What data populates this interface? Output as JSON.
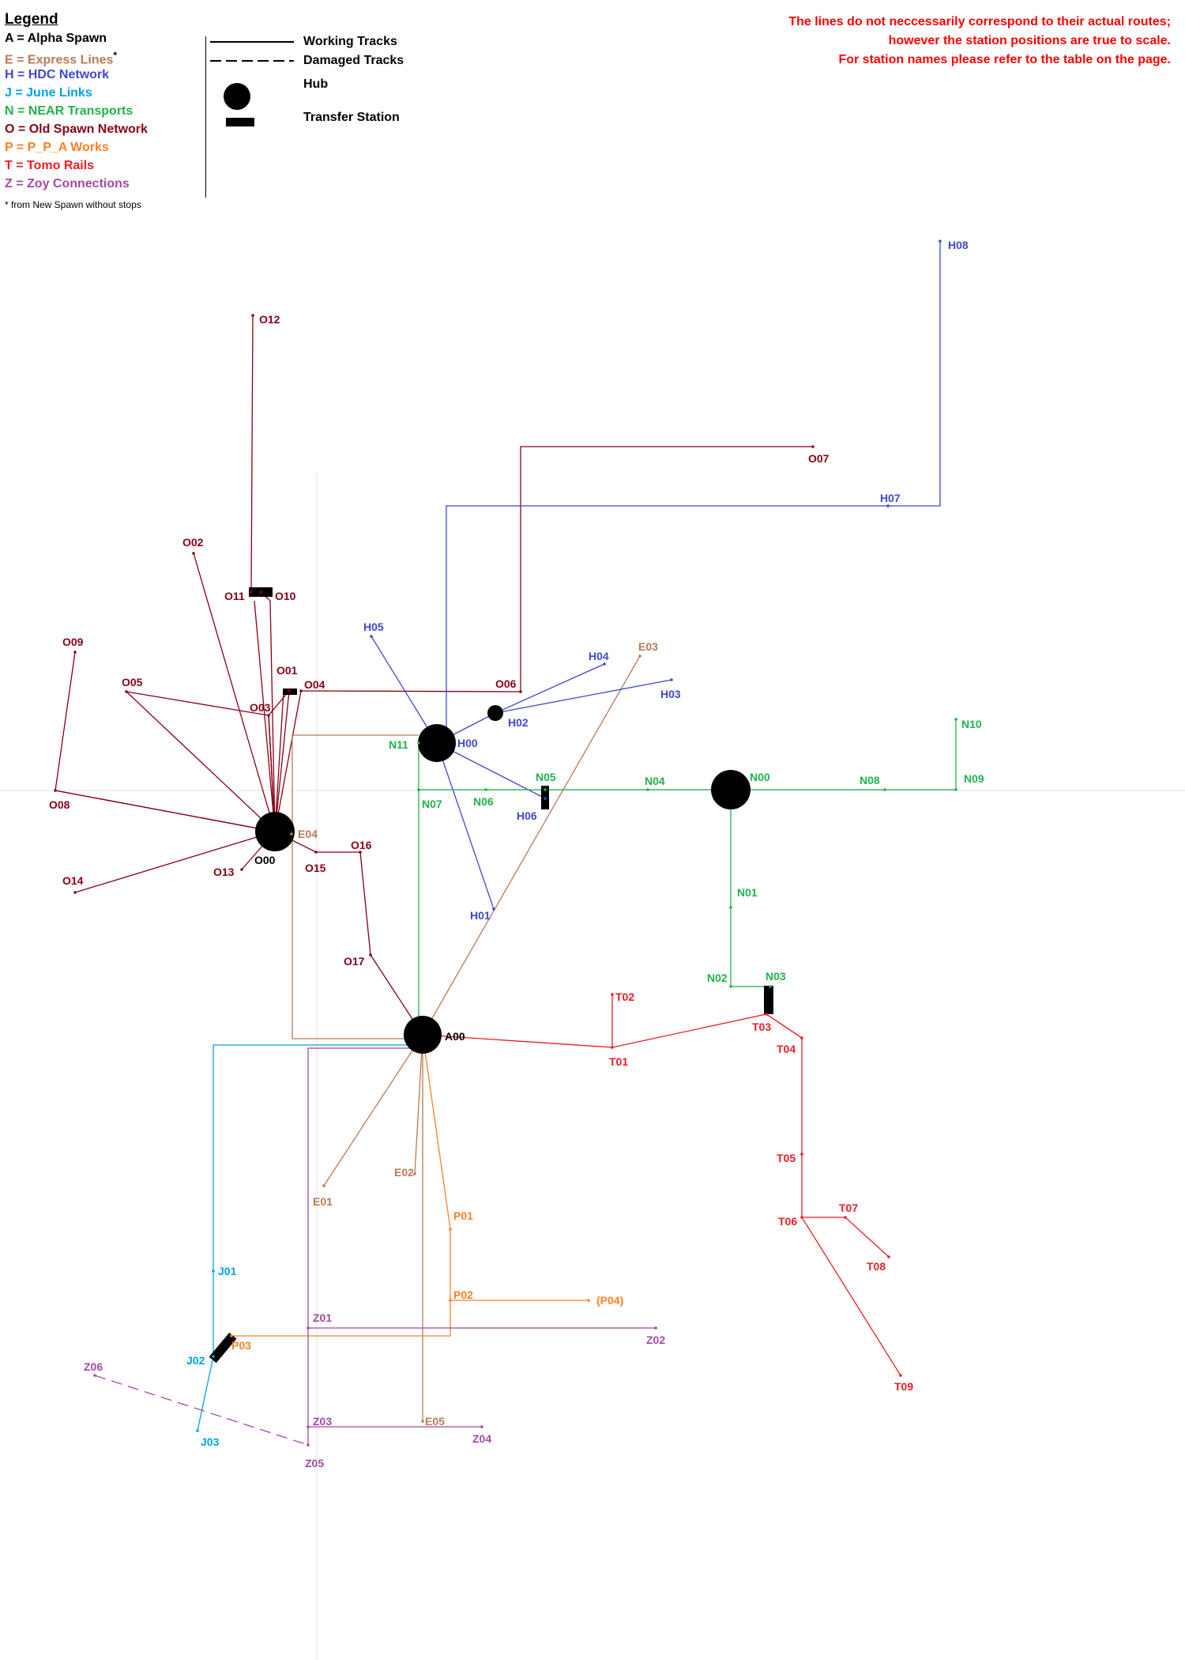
{
  "legend": {
    "title": "Legend",
    "networks": [
      {
        "id": "A",
        "text": "A = Alpha Spawn",
        "color": "#000000"
      },
      {
        "id": "E",
        "text": "E = Express Lines",
        "color": "#b97a57",
        "mark": "*"
      },
      {
        "id": "H",
        "text": "H = HDC Network",
        "color": "#3f48cc"
      },
      {
        "id": "J",
        "text": "J = June Links",
        "color": "#00a2e8"
      },
      {
        "id": "N",
        "text": "N = NEAR Transports",
        "color": "#22b14c"
      },
      {
        "id": "O",
        "text": "O = Old Spawn Network",
        "color": "#880015"
      },
      {
        "id": "P",
        "text": "P = P_P_A Works",
        "color": "#ff7f27"
      },
      {
        "id": "T",
        "text": "T = Tomo Rails",
        "color": "#ed1c24"
      },
      {
        "id": "Z",
        "text": "Z = Zoy Connections",
        "color": "#a349a4"
      }
    ],
    "footnote": "* from New Spawn without stops",
    "symbols": {
      "working": "Working Tracks",
      "damaged": "Damaged Tracks",
      "hub": "Hub",
      "transfer": "Transfer Station"
    }
  },
  "notice": [
    "The lines do not neccessarily correspond to their actual routes;",
    "however the station positions are true to scale.",
    "For station names please refer to the table on the page."
  ],
  "stations": [
    {
      "id": "A00",
      "label": "A00",
      "net": "A",
      "hub": true
    },
    {
      "id": "O00",
      "label": "O00",
      "net": "A",
      "hub": true
    },
    {
      "id": "H00",
      "label": "H00",
      "net": "H",
      "hub": true
    },
    {
      "id": "N00",
      "label": "N00",
      "net": "N",
      "hub": true
    },
    {
      "id": "H02",
      "label": "H02",
      "net": "H",
      "hub": true
    },
    {
      "id": "O01",
      "label": "O01",
      "net": "O"
    },
    {
      "id": "O02",
      "label": "O02",
      "net": "O"
    },
    {
      "id": "O03",
      "label": "O03",
      "net": "O"
    },
    {
      "id": "O04",
      "label": "O04",
      "net": "O"
    },
    {
      "id": "O05",
      "label": "O05",
      "net": "O"
    },
    {
      "id": "O06",
      "label": "O06",
      "net": "O"
    },
    {
      "id": "O07",
      "label": "O07",
      "net": "O"
    },
    {
      "id": "O08",
      "label": "O08",
      "net": "O"
    },
    {
      "id": "O09",
      "label": "O09",
      "net": "O"
    },
    {
      "id": "O10",
      "label": "O10",
      "net": "O"
    },
    {
      "id": "O11",
      "label": "O11",
      "net": "O"
    },
    {
      "id": "O12",
      "label": "O12",
      "net": "O"
    },
    {
      "id": "O13",
      "label": "O13",
      "net": "O"
    },
    {
      "id": "O14",
      "label": "O14",
      "net": "O"
    },
    {
      "id": "O15",
      "label": "O15",
      "net": "O"
    },
    {
      "id": "O16",
      "label": "O16",
      "net": "O"
    },
    {
      "id": "O17",
      "label": "O17",
      "net": "O"
    },
    {
      "id": "H01",
      "label": "H01",
      "net": "H"
    },
    {
      "id": "H03",
      "label": "H03",
      "net": "H"
    },
    {
      "id": "H04",
      "label": "H04",
      "net": "H"
    },
    {
      "id": "H05",
      "label": "H05",
      "net": "H"
    },
    {
      "id": "H06",
      "label": "H06",
      "net": "H"
    },
    {
      "id": "H07",
      "label": "H07",
      "net": "H"
    },
    {
      "id": "H08",
      "label": "H08",
      "net": "H"
    },
    {
      "id": "N01",
      "label": "N01",
      "net": "N"
    },
    {
      "id": "N02",
      "label": "N02",
      "net": "N"
    },
    {
      "id": "N03",
      "label": "N03",
      "net": "N"
    },
    {
      "id": "N04",
      "label": "N04",
      "net": "N"
    },
    {
      "id": "N05",
      "label": "N05",
      "net": "N"
    },
    {
      "id": "N06",
      "label": "N06",
      "net": "N"
    },
    {
      "id": "N07",
      "label": "N07",
      "net": "N"
    },
    {
      "id": "N08",
      "label": "N08",
      "net": "N"
    },
    {
      "id": "N09",
      "label": "N09",
      "net": "N"
    },
    {
      "id": "N10",
      "label": "N10",
      "net": "N"
    },
    {
      "id": "N11",
      "label": "N11",
      "net": "N"
    },
    {
      "id": "E01",
      "label": "E01",
      "net": "E"
    },
    {
      "id": "E02",
      "label": "E02",
      "net": "E"
    },
    {
      "id": "E03",
      "label": "E03",
      "net": "E"
    },
    {
      "id": "E04",
      "label": "E04",
      "net": "E"
    },
    {
      "id": "E05",
      "label": "E05",
      "net": "E"
    },
    {
      "id": "T01",
      "label": "T01",
      "net": "T"
    },
    {
      "id": "T02",
      "label": "T02",
      "net": "T"
    },
    {
      "id": "T03",
      "label": "T03",
      "net": "T"
    },
    {
      "id": "T04",
      "label": "T04",
      "net": "T"
    },
    {
      "id": "T05",
      "label": "T05",
      "net": "T"
    },
    {
      "id": "T06",
      "label": "T06",
      "net": "T"
    },
    {
      "id": "T07",
      "label": "T07",
      "net": "T"
    },
    {
      "id": "T08",
      "label": "T08",
      "net": "T"
    },
    {
      "id": "T09",
      "label": "T09",
      "net": "T"
    },
    {
      "id": "P01",
      "label": "P01",
      "net": "P"
    },
    {
      "id": "P02",
      "label": "P02",
      "net": "P"
    },
    {
      "id": "P03",
      "label": "P03",
      "net": "P"
    },
    {
      "id": "P04",
      "label": "(P04)",
      "net": "P"
    },
    {
      "id": "J01",
      "label": "J01",
      "net": "J"
    },
    {
      "id": "J02",
      "label": "J02",
      "net": "J"
    },
    {
      "id": "J03",
      "label": "J03",
      "net": "J"
    },
    {
      "id": "Z01",
      "label": "Z01",
      "net": "Z"
    },
    {
      "id": "Z02",
      "label": "Z02",
      "net": "Z"
    },
    {
      "id": "Z03",
      "label": "Z03",
      "net": "Z"
    },
    {
      "id": "Z04",
      "label": "Z04",
      "net": "Z"
    },
    {
      "id": "Z05",
      "label": "Z05",
      "net": "Z"
    },
    {
      "id": "Z06",
      "label": "Z06",
      "net": "Z"
    }
  ]
}
